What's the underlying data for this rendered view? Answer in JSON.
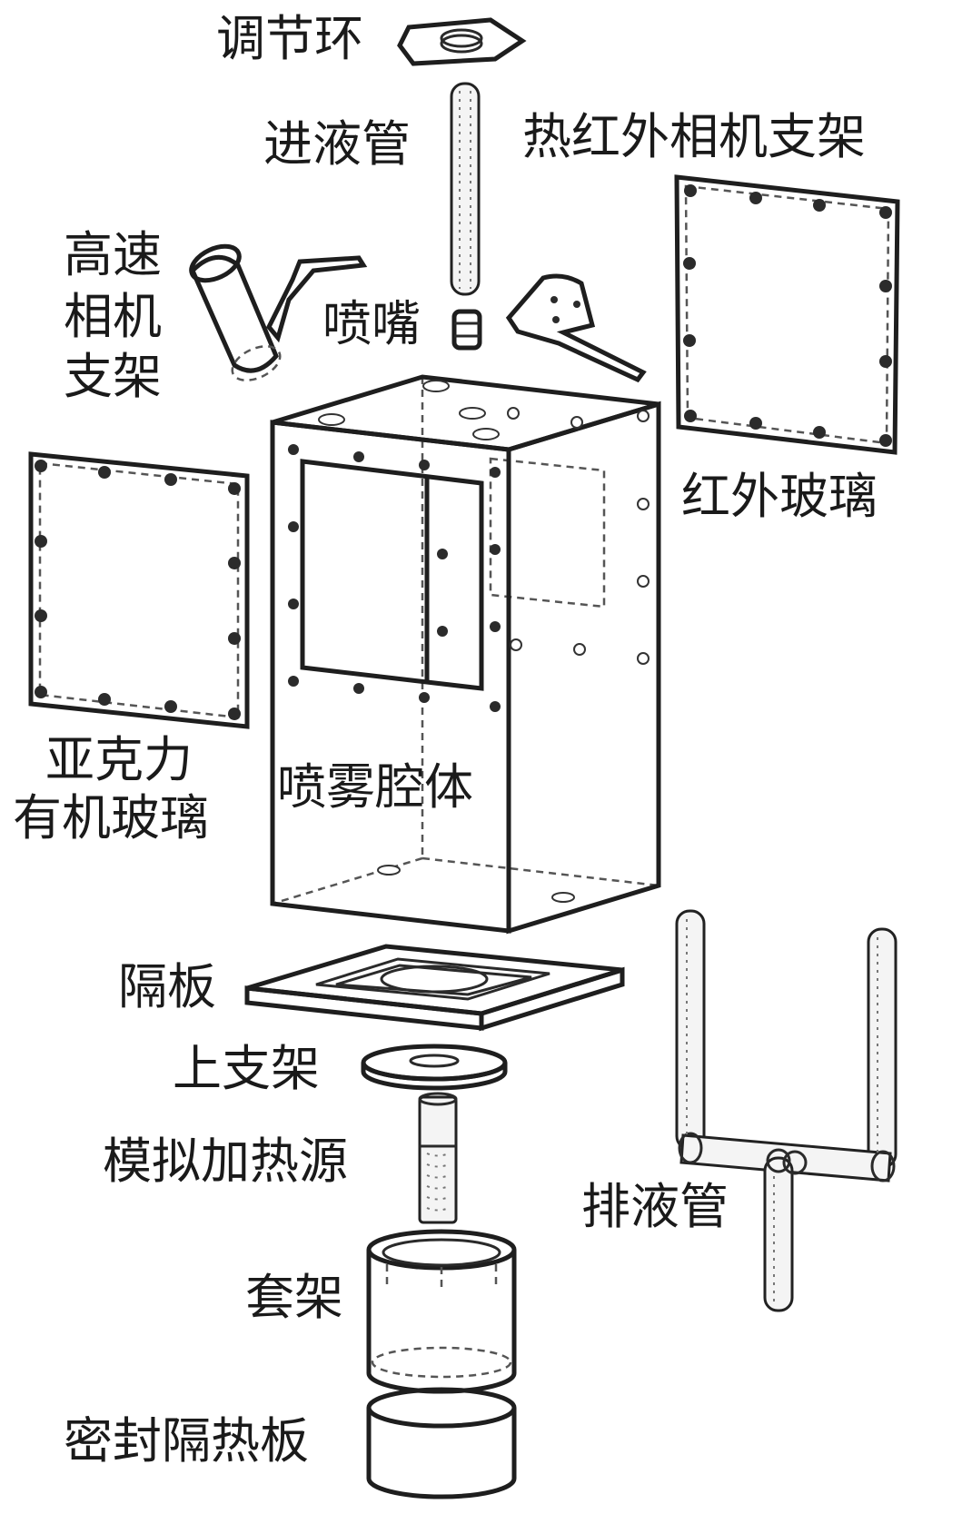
{
  "labels": {
    "adjust_ring": "调节环",
    "inlet_pipe": "进液管",
    "ir_camera_mount": "热红外相机支架",
    "hs_camera_mount_1": "高速",
    "hs_camera_mount_2": "相机",
    "hs_camera_mount_3": "支架",
    "nozzle": "喷嘴",
    "ir_glass": "红外玻璃",
    "acrylic_1": "亚克力",
    "acrylic_2": "有机玻璃",
    "spray_chamber": "喷雾腔体",
    "partition": "隔板",
    "upper_support": "上支架",
    "heat_source": "模拟加热源",
    "drain_pipe": "排液管",
    "sleeve": "套架",
    "seal_plate": "密封隔热板"
  },
  "colors": {
    "line": "#222222",
    "background": "#ffffff"
  }
}
